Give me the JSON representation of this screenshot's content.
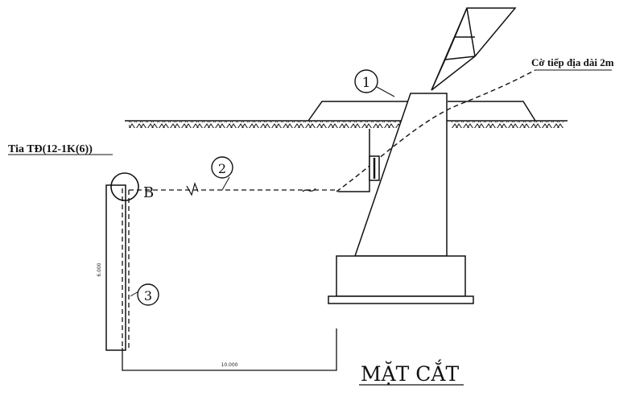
{
  "labels": {
    "title": "MẶT CẮT",
    "line_label": "Tia TĐ(12-1K(6))",
    "flag_label": "Cờ tiếp địa dài 2m",
    "point_b": "B",
    "dim_vertical": "6.000",
    "dim_horizontal": "10.000",
    "marker_1": "1",
    "marker_2": "2",
    "marker_3": "3"
  },
  "colors": {
    "ink": "#111111",
    "background": "#ffffff"
  }
}
